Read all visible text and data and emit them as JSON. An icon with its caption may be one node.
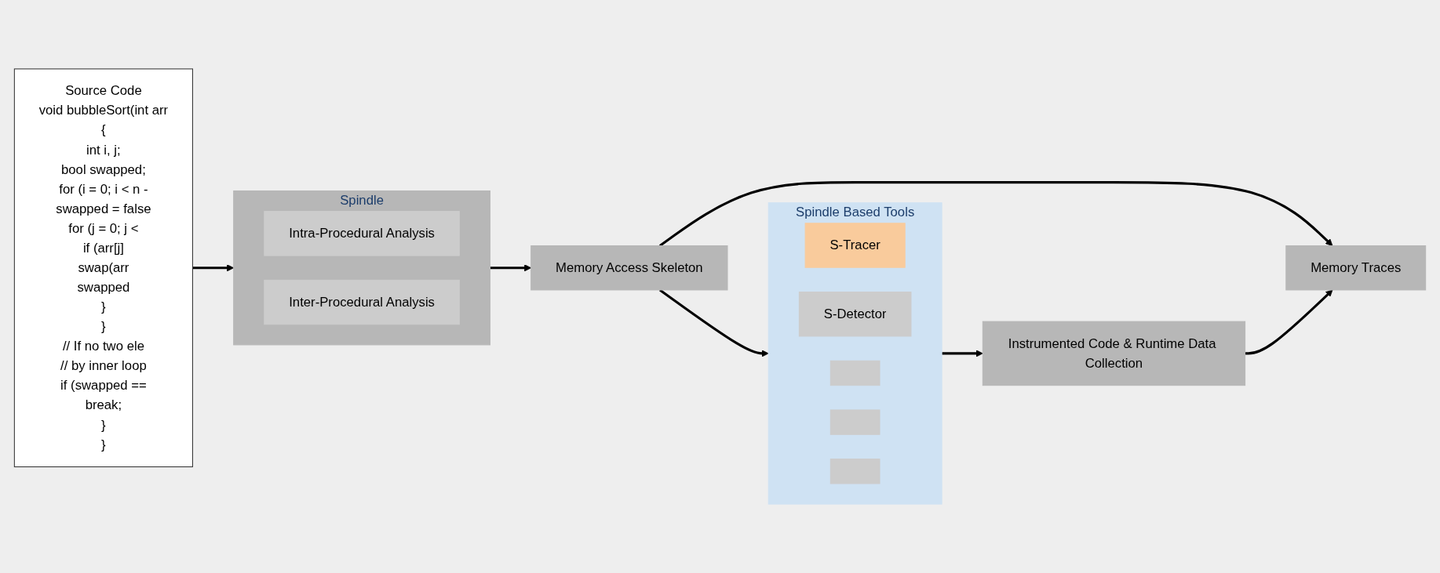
{
  "diagram": {
    "nodes": [
      {
        "text": [
          "Source Code",
          "void bubbleSort(int arr",
          "{",
          "int i, j;",
          "bool swapped;",
          "for (i = 0; i < n -",
          "swapped = false",
          "for (j = 0; j <",
          "if (arr[j]",
          "swap(arr",
          "swapped",
          "}",
          "}",
          "// If no two ele",
          "// by inner loop",
          "if (swapped ==",
          "break;",
          "}",
          "}"
        ]
      },
      {
        "text": [
          "Spindle"
        ]
      },
      {
        "text": [
          "Intra-Procedural Analysis"
        ],
        "in": 1
      },
      {
        "text": [
          "Inter-Procedural Analysis"
        ],
        "in": 1
      },
      {
        "text": [
          "Memory Access Skeleton"
        ]
      },
      {
        "text": [
          "Spindle Based Tools"
        ]
      },
      {
        "text": [
          "S-Tracer"
        ],
        "in": 5
      },
      {
        "text": [
          "S-Detector"
        ],
        "in": 5
      },
      {
        "text": [],
        "shape": "box",
        "in": 5
      },
      {
        "text": [],
        "shape": "box",
        "in": 5
      },
      {
        "text": [],
        "shape": "box",
        "in": 5
      },
      {
        "text": [
          "Instrumented Code & Runtime Data Collection"
        ]
      },
      {
        "text": [
          "Memory Traces"
        ]
      }
    ],
    "edges": [
      {
        "from": 0,
        "to": 1,
        "arrow": "to"
      },
      {
        "from": 1,
        "to": 4,
        "arrow": "to"
      },
      {
        "from": 4,
        "to": 5,
        "arrow": "to"
      },
      {
        "from": 4,
        "to": 12,
        "arrow": "to"
      },
      {
        "from": 5,
        "to": 11,
        "arrow": "to"
      },
      {
        "from": 11,
        "to": 12,
        "arrow": "to"
      }
    ]
  }
}
